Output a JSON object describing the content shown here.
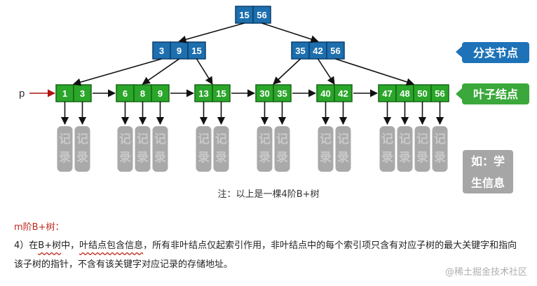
{
  "colors": {
    "internal_fill": "#1d6fae",
    "internal_stroke": "#0b3f6d",
    "leaf_fill": "#2aa62a",
    "leaf_stroke": "#146614",
    "record_fill": "#a9a9a9",
    "pointer_red": "#b31313",
    "label_internal_bg": "#1e73b8",
    "label_leaf_bg": "#3aa83a",
    "label_record_bg": "#a6a6a6"
  },
  "tree": {
    "root": [
      "15",
      "56"
    ],
    "level2": [
      [
        "3",
        "9",
        "15"
      ],
      [
        "35",
        "42",
        "56"
      ]
    ],
    "leaves": [
      [
        "1",
        "3"
      ],
      [
        "6",
        "8",
        "9"
      ],
      [
        "13",
        "15"
      ],
      [
        "30",
        "35"
      ],
      [
        "40",
        "42"
      ],
      [
        "47",
        "48",
        "50",
        "56"
      ]
    ],
    "record_label": "记录",
    "pointer_label": "p"
  },
  "side_labels": {
    "internal": "分支节点",
    "leaf": "叶子结点",
    "record_line1": "如：学",
    "record_line2": "生信息"
  },
  "note": "注：以上是一棵4阶B+树",
  "section_title": "m阶B+树：",
  "paragraph": {
    "prefix": "4）",
    "part1": "在",
    "part2": "B+树",
    "part3": "中，",
    "part4": "叶结点包含信息",
    "part5": "，所有非叶结点仅起索引作用，非叶结点中的每个索引项只含有对应子树的最大关键字和指向该子树的指针，不含有该关键字对应记录的存储地址。"
  },
  "watermark": "@稀土掘金技术社区"
}
